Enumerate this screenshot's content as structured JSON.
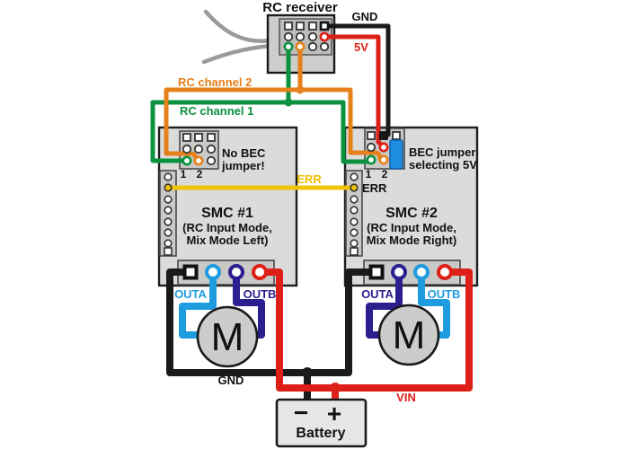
{
  "receiver": {
    "title": "RC receiver",
    "gnd_label": "GND",
    "v5_label": "5V"
  },
  "channels": {
    "channel2_label": "RC channel 2",
    "channel1_label": "RC channel 1"
  },
  "err": {
    "wire_label": "ERR",
    "board_label": "ERR"
  },
  "smc1": {
    "name": "SMC #1",
    "mode_line1": "(RC Input Mode,",
    "mode_line2": "Mix Mode Left)",
    "jumper_note_line1": "No BEC",
    "jumper_note_line2": "jumper!",
    "pin_numbers": "1 2",
    "outa_label": "OUTA",
    "outb_label": "OUTB",
    "motor_label": "M"
  },
  "smc2": {
    "name": "SMC #2",
    "mode_line1": "(RC Input Mode,",
    "mode_line2": "Mix Mode Right)",
    "jumper_note_line1": "BEC jumper",
    "jumper_note_line2": "selecting 5V",
    "pin_numbers": "1 2",
    "outa_label": "OUTA",
    "outb_label": "OUTB",
    "motor_label": "M"
  },
  "power": {
    "gnd_label": "GND",
    "vin_label": "VIN"
  },
  "battery": {
    "minus": "−",
    "plus": "+",
    "name": "Battery"
  },
  "colors": {
    "wire_green": "#0B9240",
    "wire_orange": "#E5801A",
    "wire_red": "#DD2017",
    "wire_black": "#1A1A1A",
    "wire_yellow": "#F2C300",
    "wire_light_blue": "#1F9CE0",
    "wire_dark_blue": "#2B1E8E",
    "antenna_gray": "#9A9A9A",
    "board_fill": "#DBDBD9",
    "jumper_blue": "#1E8FE0"
  }
}
